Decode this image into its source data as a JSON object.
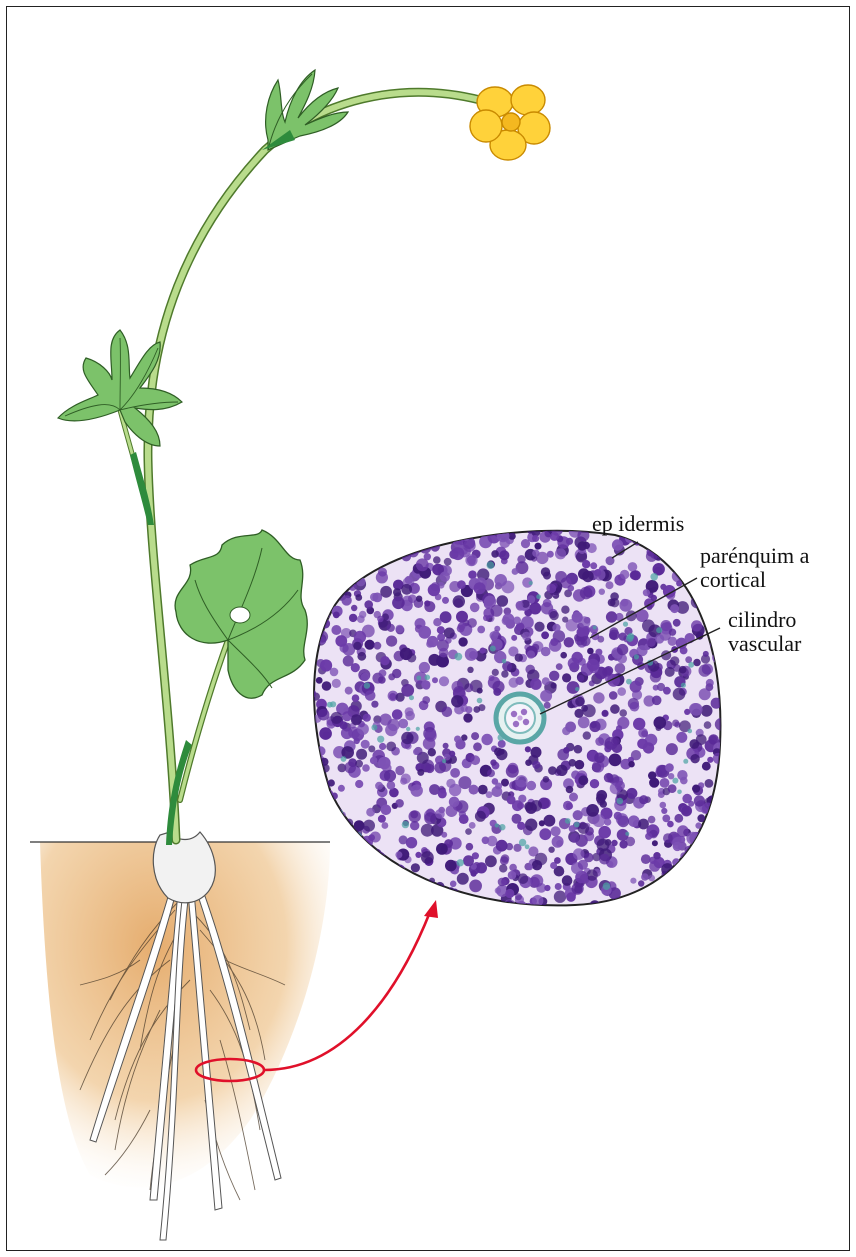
{
  "labels": {
    "epidermis": "ep idermis",
    "parenquima_line1": "parénquim a",
    "parenquima_line2": "cortical",
    "cilindro_line1": "cilindro",
    "cilindro_line2": "vascular"
  },
  "colors": {
    "frame": "#222222",
    "stem": "#b9dc8c",
    "stem_outline": "#4f7a2c",
    "leaf": "#7cc26a",
    "leaf_dark": "#2e8b3c",
    "petal": "#ffd23a",
    "petal_outline": "#c98a00",
    "soil": "#e8b77a",
    "root": "#ffffff",
    "root_outline": "#555555",
    "section_base": "#ece2f5",
    "section_cells": "#5a2a98",
    "section_cells_dark": "#3f1a78",
    "vascular_ring": "#5aa6a6",
    "highlight_arrow": "#e0102a"
  }
}
